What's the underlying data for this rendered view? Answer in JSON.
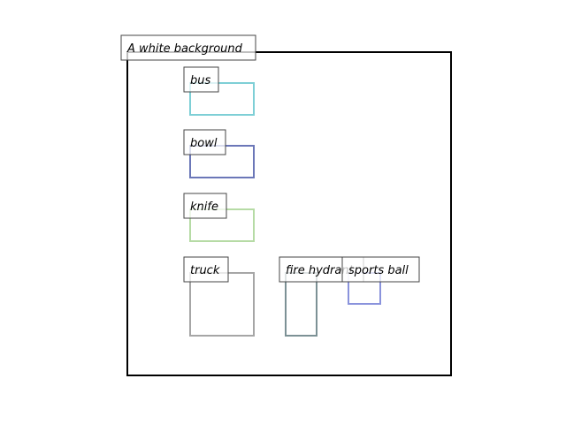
{
  "scene": {
    "caption": "A white background",
    "frame_color": "#000000"
  },
  "objects": [
    {
      "label": "bus",
      "color": "#7ecfd6"
    },
    {
      "label": "bowl",
      "color": "#6b77b8"
    },
    {
      "label": "knife",
      "color": "#b6dba5"
    },
    {
      "label": "truck",
      "color": "#a6a6a6"
    },
    {
      "label": "fire hydrant",
      "color": "#7c9195"
    },
    {
      "label": "sports ball",
      "color": "#8a93dc"
    }
  ]
}
